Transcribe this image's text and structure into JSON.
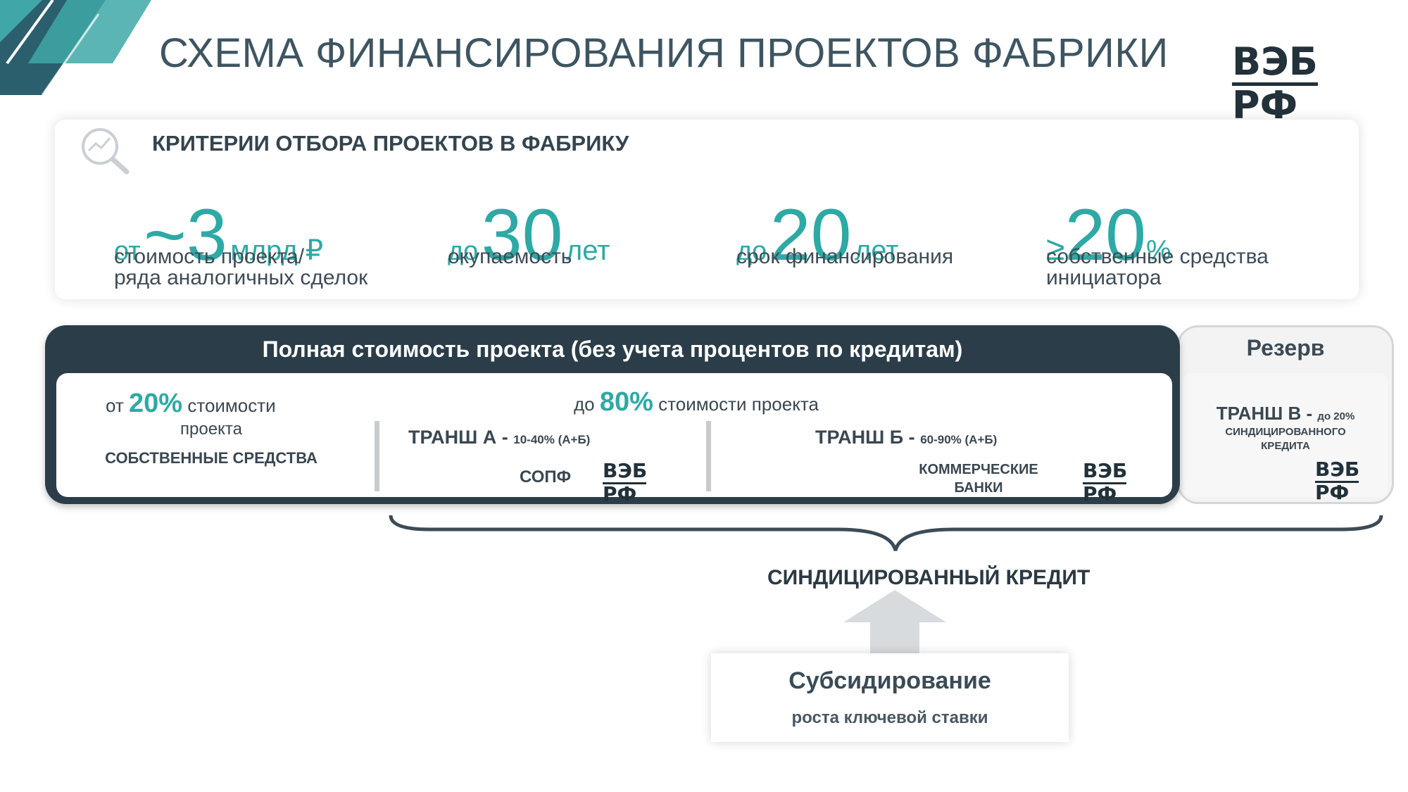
{
  "header": {
    "title": "СХЕМА ФИНАНСИРОВАНИЯ ПРОЕКТОВ ФАБРИКИ",
    "logo": {
      "line1": "ВЭБ",
      "line2": "РФ"
    }
  },
  "criteria": {
    "icon": "magnifier-chart-icon",
    "title": "КРИТЕРИИ ОТБОРА ПРОЕКТОВ В ФАБРИКУ",
    "items": [
      {
        "prefix": "от",
        "value": "~3",
        "unit": "млрд ₽",
        "desc_line1": "стоимость проекта/",
        "desc_line2": "ряда аналогичных сделок"
      },
      {
        "prefix": "до",
        "value": "30",
        "unit": "лет",
        "desc_line1": "окупаемость",
        "desc_line2": ""
      },
      {
        "prefix": "до",
        "value": "20",
        "unit": "лет",
        "desc_line1": "срок финансирования",
        "desc_line2": ""
      },
      {
        "prefix": "≥",
        "value": "20",
        "unit": "%",
        "desc_line1": "собственные средства",
        "desc_line2": "инициатора"
      }
    ]
  },
  "structure": {
    "header": "Полная стоимость проекта (без учета процентов по кредитам)",
    "own": {
      "prefix": "от",
      "pct": "20%",
      "suffix": "стоимости",
      "line2": "проекта",
      "label": "СОБСТВЕННЫЕ СРЕДСТВА"
    },
    "loan": {
      "prefix": "до",
      "pct": "80%",
      "suffix": "стоимости проекта"
    },
    "tranche_a": {
      "title": "ТРАНШ А -",
      "range": "10-40% (А+Б)",
      "lender": "СОПФ"
    },
    "tranche_b": {
      "title": "ТРАНШ Б -",
      "range": "60-90% (А+Б)",
      "lender_line1": "КОММЕРЧЕСКИЕ",
      "lender_line2": "БАНКИ"
    },
    "reserve": {
      "title": "Резерв",
      "tranche_title": "ТРАНШ В -",
      "range": "до 20%",
      "desc_line1": "синдицированного",
      "desc_line2": "кредита"
    }
  },
  "syndicated_label": "СИНДИЦИРОВАННЫЙ КРЕДИТ",
  "subsidy": {
    "title": "Субсидирование",
    "subtitle": "роста ключевой ставки"
  },
  "colors": {
    "accent": "#2ea9a5",
    "dark": "#2b3d49",
    "text": "#3a4b57"
  }
}
